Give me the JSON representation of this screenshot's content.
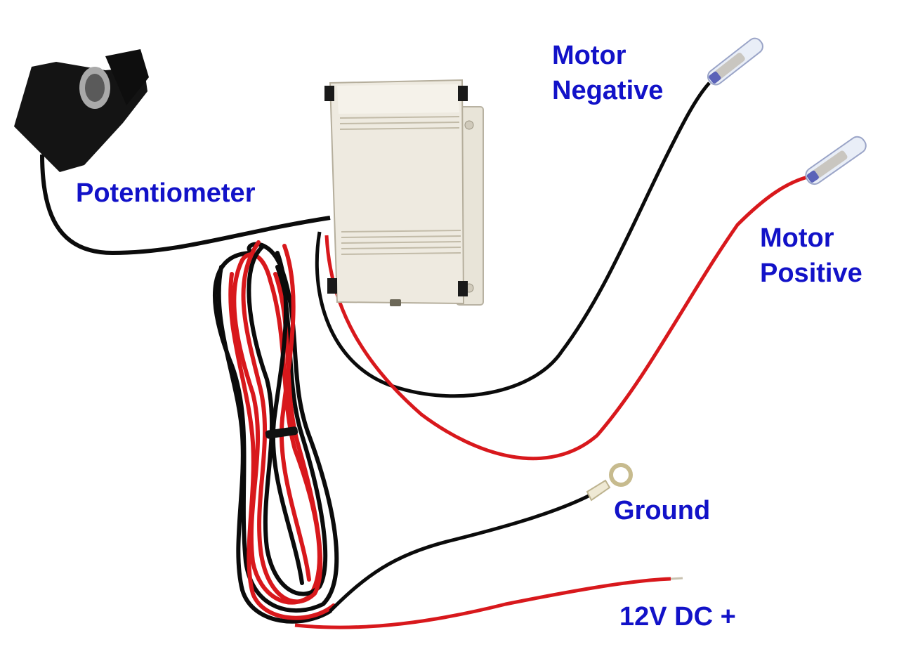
{
  "colors": {
    "label_text": "#1212c8",
    "wire_black": "#0b0b0b",
    "wire_red": "#d8181c",
    "box_body": "#eeeae0",
    "knob": "#141414"
  },
  "labels": {
    "potentiometer": "Potentiometer",
    "motor_negative_line1": "Motor",
    "motor_negative_line2": "Negative",
    "motor_positive_line1": "Motor",
    "motor_positive_line2": "Positive",
    "ground": "Ground",
    "supply_positive": "12V DC +"
  }
}
